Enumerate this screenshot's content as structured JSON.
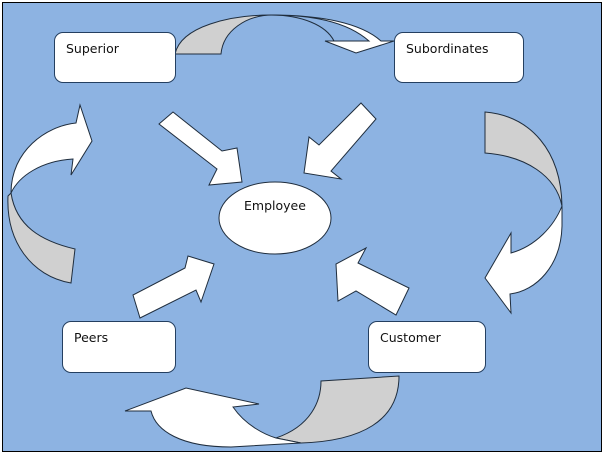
{
  "diagram": {
    "title": "Employee feedback sources",
    "center": {
      "label": "Employee"
    },
    "nodes": [
      {
        "id": "superior",
        "label": "Superior"
      },
      {
        "id": "subordinates",
        "label": "Subordinates"
      },
      {
        "id": "peers",
        "label": "Peers"
      },
      {
        "id": "customer",
        "label": "Customer"
      }
    ],
    "edges": [
      {
        "from": "superior",
        "to": "employee",
        "type": "block-arrow"
      },
      {
        "from": "subordinates",
        "to": "employee",
        "type": "block-arrow"
      },
      {
        "from": "peers",
        "to": "employee",
        "type": "block-arrow"
      },
      {
        "from": "customer",
        "to": "employee",
        "type": "block-arrow"
      },
      {
        "from": "superior",
        "to": "subordinates",
        "type": "curved-arrow"
      },
      {
        "from": "subordinates",
        "to": "customer",
        "type": "curved-arrow"
      },
      {
        "from": "customer",
        "to": "peers",
        "type": "curved-arrow"
      },
      {
        "from": "peers",
        "to": "superior",
        "type": "curved-arrow"
      }
    ],
    "colors": {
      "background": "#8db3e2",
      "shape_fill": "#ffffff",
      "curve_underside": "#d0d0d0",
      "outline": "#1f2d3d"
    }
  }
}
